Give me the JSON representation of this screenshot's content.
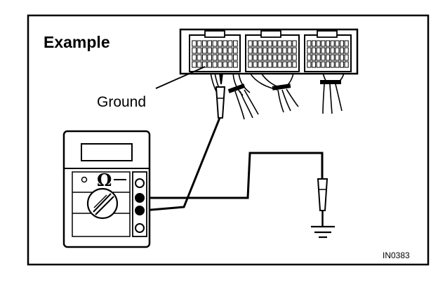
{
  "figure": {
    "example_label": "Example",
    "ground_label": "Ground",
    "figure_code": "IN0383"
  },
  "multimeter": {
    "range_symbol": "Ω"
  }
}
